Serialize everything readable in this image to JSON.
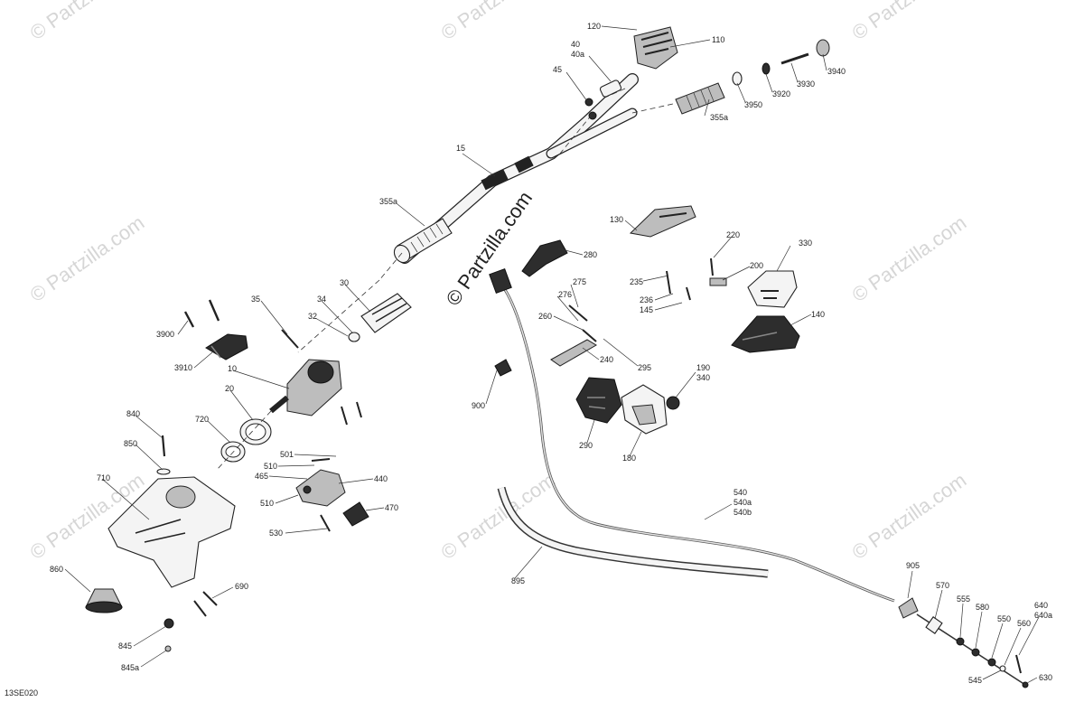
{
  "watermark_text": "© Partzilla.com",
  "diagram_code": "13SE020",
  "callouts": [
    {
      "id": "c120",
      "text": "120"
    },
    {
      "id": "c110",
      "text": "110"
    },
    {
      "id": "c40",
      "text": "40"
    },
    {
      "id": "c40a",
      "text": "40a"
    },
    {
      "id": "c45",
      "text": "45"
    },
    {
      "id": "c3940",
      "text": "3940"
    },
    {
      "id": "c3930",
      "text": "3930"
    },
    {
      "id": "c3920",
      "text": "3920"
    },
    {
      "id": "c3950",
      "text": "3950"
    },
    {
      "id": "c355a_top",
      "text": "355a"
    },
    {
      "id": "c15",
      "text": "15"
    },
    {
      "id": "c355a_left",
      "text": "355a"
    },
    {
      "id": "c130",
      "text": "130"
    },
    {
      "id": "c280",
      "text": "280"
    },
    {
      "id": "c220",
      "text": "220"
    },
    {
      "id": "c200",
      "text": "200"
    },
    {
      "id": "c330",
      "text": "330"
    },
    {
      "id": "c235",
      "text": "235"
    },
    {
      "id": "c236",
      "text": "236"
    },
    {
      "id": "c145",
      "text": "145"
    },
    {
      "id": "c275",
      "text": "275"
    },
    {
      "id": "c276",
      "text": "276"
    },
    {
      "id": "c260",
      "text": "260"
    },
    {
      "id": "c140",
      "text": "140"
    },
    {
      "id": "c240",
      "text": "240"
    },
    {
      "id": "c295",
      "text": "295"
    },
    {
      "id": "c190",
      "text": "190"
    },
    {
      "id": "c340",
      "text": "340"
    },
    {
      "id": "c900",
      "text": "900"
    },
    {
      "id": "c290",
      "text": "290"
    },
    {
      "id": "c180",
      "text": "180"
    },
    {
      "id": "c35",
      "text": "35"
    },
    {
      "id": "c34",
      "text": "34"
    },
    {
      "id": "c30",
      "text": "30"
    },
    {
      "id": "c32",
      "text": "32"
    },
    {
      "id": "c3900",
      "text": "3900"
    },
    {
      "id": "c3910",
      "text": "3910"
    },
    {
      "id": "c10",
      "text": "10"
    },
    {
      "id": "c20",
      "text": "20"
    },
    {
      "id": "c720",
      "text": "720"
    },
    {
      "id": "c840",
      "text": "840"
    },
    {
      "id": "c850",
      "text": "850"
    },
    {
      "id": "c710",
      "text": "710"
    },
    {
      "id": "c501",
      "text": "501"
    },
    {
      "id": "c510a",
      "text": "510"
    },
    {
      "id": "c465",
      "text": "465"
    },
    {
      "id": "c440",
      "text": "440"
    },
    {
      "id": "c510b",
      "text": "510"
    },
    {
      "id": "c470",
      "text": "470"
    },
    {
      "id": "c530",
      "text": "530"
    },
    {
      "id": "c860",
      "text": "860"
    },
    {
      "id": "c690",
      "text": "690"
    },
    {
      "id": "c845",
      "text": "845"
    },
    {
      "id": "c845a",
      "text": "845a"
    },
    {
      "id": "c540",
      "text": "540"
    },
    {
      "id": "c540a",
      "text": "540a"
    },
    {
      "id": "c540b",
      "text": "540b"
    },
    {
      "id": "c895",
      "text": "895"
    },
    {
      "id": "c905",
      "text": "905"
    },
    {
      "id": "c570",
      "text": "570"
    },
    {
      "id": "c555",
      "text": "555"
    },
    {
      "id": "c580",
      "text": "580"
    },
    {
      "id": "c550",
      "text": "550"
    },
    {
      "id": "c560",
      "text": "560"
    },
    {
      "id": "c640",
      "text": "640"
    },
    {
      "id": "c640a",
      "text": "640a"
    },
    {
      "id": "c545",
      "text": "545"
    },
    {
      "id": "c630",
      "text": "630"
    }
  ]
}
